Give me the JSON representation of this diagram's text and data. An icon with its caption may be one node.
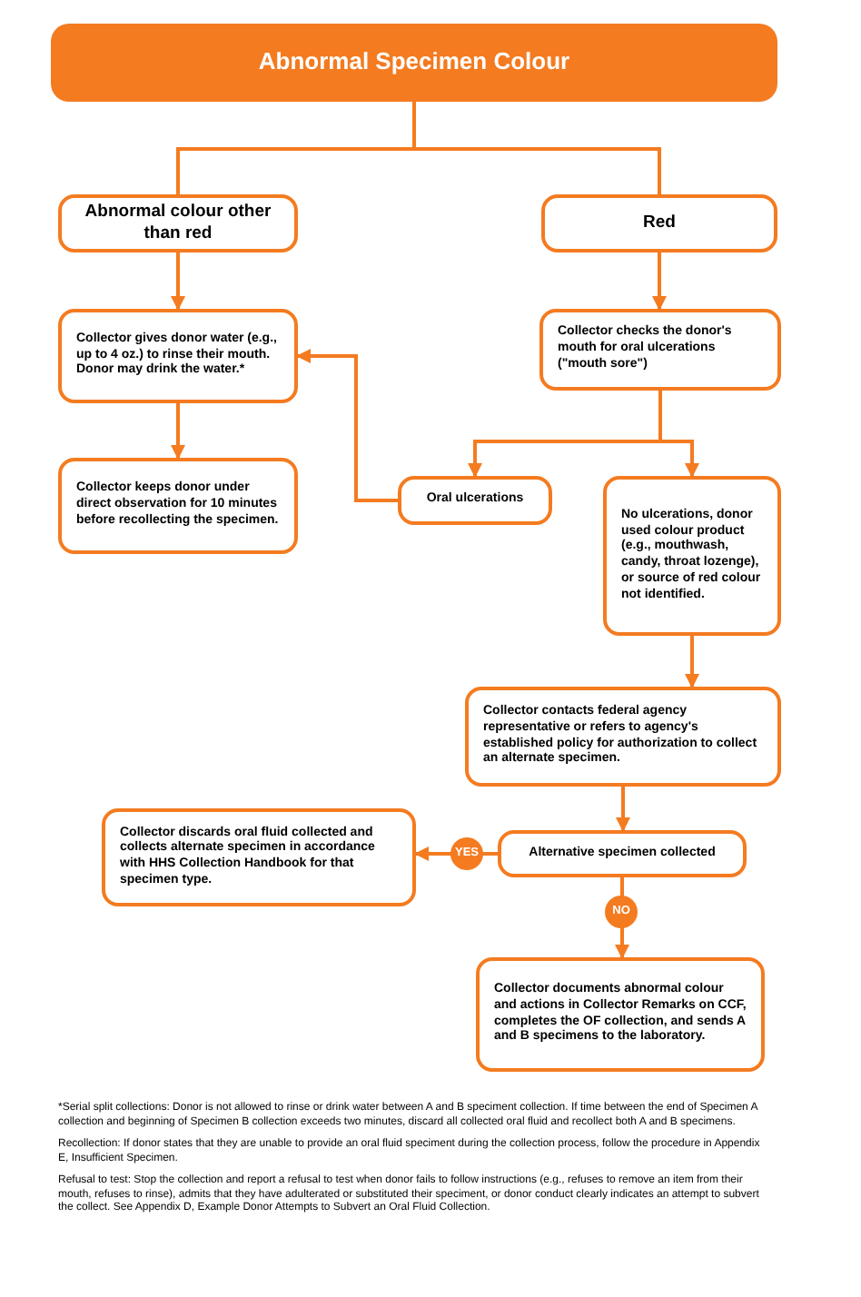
{
  "diagram": {
    "nodes": [
      {
        "text": [
          "Abnormal Specimen Colour"
        ]
      },
      {
        "text": [
          "Abnormal colour other than red"
        ]
      },
      {
        "text": [
          "Red"
        ]
      },
      {
        "text": [
          "Collector gives donor water (e.g., up to 4 oz.) to rinse their mouth. Donor may drink the water.*"
        ]
      },
      {
        "text": [
          "Collector keeps donor under direct observation for 10 minutes before recollecting the specimen."
        ]
      },
      {
        "text": [
          "Collector checks the donor's mouth for oral ulcerations (\"mouth sore\")"
        ]
      },
      {
        "text": [
          "Oral ulcerations"
        ]
      },
      {
        "text": [
          "No ulcerations, donor used colour product (e.g., mouthwash, candy, throat lozenge), or source of red colour not identified."
        ]
      },
      {
        "text": [
          "Collector contacts federal agency representative or refers to agency's established policy for authorization to collect an alternate specimen."
        ]
      },
      {
        "text": [
          "Collector discards oral fluid collected and collects alternate specimen in accordance with HHS Collection Handbook for that specimen type."
        ]
      },
      {
        "text": [
          "Alternative specimen collected"
        ]
      },
      {
        "text": [
          "Collector documents abnormal colour and actions in Collector Remarks on CCF, completes the OF collection, and sends A and B specimens to the laboratory."
        ]
      }
    ],
    "edges": [
      {
        "from": 0,
        "to": 1,
        "arrow": "none"
      },
      {
        "from": 0,
        "to": 2,
        "arrow": "none"
      },
      {
        "from": 1,
        "to": 3,
        "arrow": "to"
      },
      {
        "from": 3,
        "to": 4,
        "arrow": "to"
      },
      {
        "from": 2,
        "to": 5,
        "arrow": "to"
      },
      {
        "from": 5,
        "to": 6,
        "arrow": "to"
      },
      {
        "from": 5,
        "to": 7,
        "arrow": "to"
      },
      {
        "from": 6,
        "to": 3,
        "arrow": "to"
      },
      {
        "from": 7,
        "to": 8,
        "arrow": "to"
      },
      {
        "from": 8,
        "to": 10,
        "arrow": "to"
      },
      {
        "from": 10,
        "to": 9,
        "label": "YES",
        "arrow": "to"
      },
      {
        "from": 10,
        "to": 11,
        "label": "NO",
        "arrow": "to"
      }
    ],
    "labels": [
      "*Serial split collections: Donor is not allowed to rinse or drink water between A and B speciment collection. If time between the end of Specimen A collection and beginning of Specimen B collection exceeds two minutes, discard all collected oral fluid and recollect both A and B specimens.",
      "Recollection: If donor states that they are unable to provide an oral fluid speciment during the collection process, follow the procedure in Appendix E, Insufficient Specimen.",
      "Refusal to test: Stop the collection and report a refusal to test when donor fails to follow instructions (e.g., refuses to remove an item from their mouth, refuses to rinse), admits that they have adulterated or substituted their speciment, or donor conduct clearly indicates an attempt to subvert the collect. See Appendix D, Example Donor Attempts to Subvert an Oral Fluid Collection."
    ]
  }
}
